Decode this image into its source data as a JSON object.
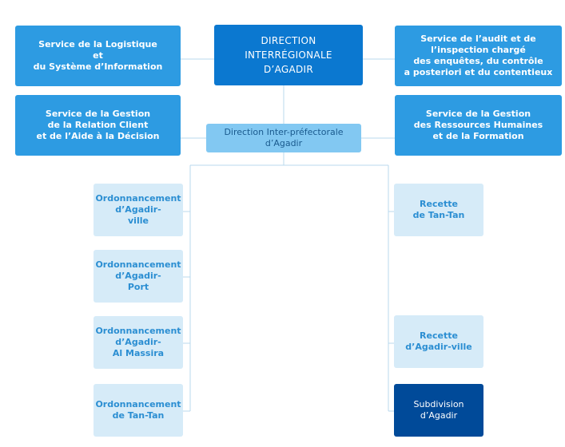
{
  "chart": {
    "top": "DIRECTION\nINTERRÉGIONALE\nD’AGADIR",
    "service_logistique": "Service de la Logistique\net\ndu Système d’Information",
    "service_audit": "Service de l’audit et de\nl’inspection chargé\ndes enquêtes, du contrôle\na posteriori et du contentieux",
    "service_relation_client": "Service de la Gestion\nde la Relation Client\net de l’Aide à la Décision",
    "service_rh": "Service de la Gestion\ndes Ressources Humaines\net de la Formation",
    "inter_prefectorale": "Direction Inter-préfectorale\nd’Agadir",
    "ord_agadir_ville": "Ordonnancement\nd’Agadir-\nville",
    "ord_agadir_port": "Ordonnancement\nd’Agadir-\nPort",
    "ord_al_massira": "Ordonnancement\nd’Agadir-\nAl Massira",
    "ord_tan_tan": "Ordonnancement\nde Tan-Tan",
    "recette_tan_tan": "Recette\nde Tan-Tan",
    "recette_agadir_ville": "Recette\nd’Agadir-ville",
    "subdivision_agadir": "Subdivision\nd’Agadir"
  },
  "colors": {
    "top": "#0b78d0",
    "service": "#2d9be2",
    "inter": "#82c8f2",
    "unit": "#d6ebf8",
    "subdivision": "#004a99",
    "connector": "#b9d8ee"
  }
}
